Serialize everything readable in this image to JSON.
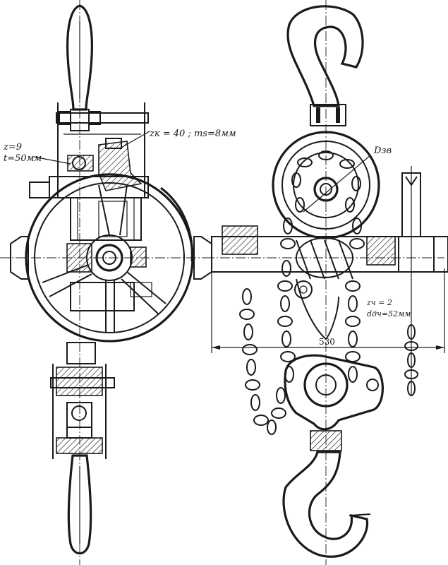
{
  "annotations": {
    "sprocket_teeth": "z=9",
    "sprocket_pitch": "t=50мм",
    "gear_spec": "zк = 40 ; ms=8мм",
    "diameter_label": "Dзв",
    "worm_starts": "zч = 2",
    "worm_diameter": "dдч=52мм",
    "width_dimension": "530"
  }
}
